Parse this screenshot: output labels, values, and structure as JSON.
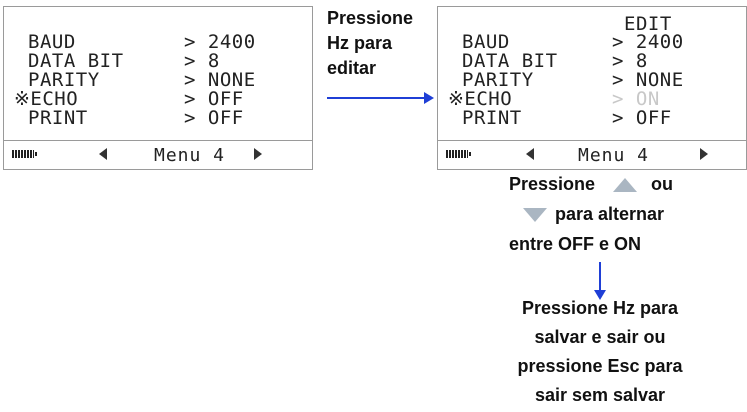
{
  "left_screen": {
    "rows": [
      {
        "label": "BAUD",
        "value": "> 2400"
      },
      {
        "label": "DATA BIT",
        "value": "> 8"
      },
      {
        "label": "PARITY",
        "value": "> NONE"
      },
      {
        "label": "※ECHO",
        "value": "> OFF"
      },
      {
        "label": "PRINT",
        "value": "> OFF"
      }
    ],
    "menu_label": "Menu 4"
  },
  "right_screen": {
    "header": "EDIT",
    "rows": [
      {
        "label": "BAUD",
        "value": "> 2400"
      },
      {
        "label": "DATA BIT",
        "value": "> 8"
      },
      {
        "label": "PARITY",
        "value": "> NONE"
      },
      {
        "label": "※ECHO",
        "value": "> ON"
      },
      {
        "label": "PRINT",
        "value": "> OFF"
      }
    ],
    "menu_label": "Menu 4"
  },
  "captions": {
    "step1": [
      "Pressione",
      "Hz para",
      "editar"
    ],
    "step2_line1_a": "Pressione",
    "step2_line1_b": "ou",
    "step2_line2": "para alternar",
    "step2_line3": "entre OFF e ON",
    "step3": [
      "Pressione Hz para",
      "salvar e sair ou",
      "pressione Esc para",
      "sair sem salvar"
    ]
  },
  "colors": {
    "arrow": "#1f3fd6",
    "key_icon": "#aab6c2"
  },
  "icons": [
    "battery-icon",
    "menu-left-arrow-icon",
    "menu-right-arrow-icon",
    "up-arrow-key-icon",
    "down-arrow-key-icon"
  ]
}
